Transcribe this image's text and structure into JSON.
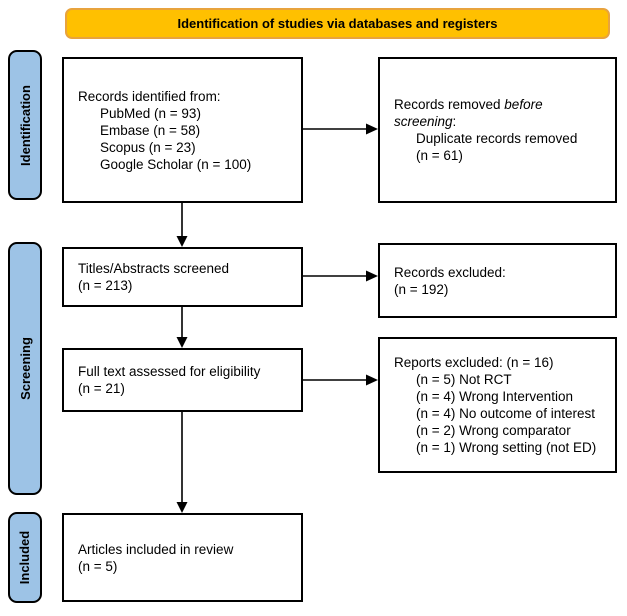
{
  "header": {
    "title": "Identification of studies via databases and registers"
  },
  "sidebar": {
    "identification": "Identification",
    "screening": "Screening",
    "included": "Included"
  },
  "boxes": {
    "records_identified": {
      "title": "Records identified from:",
      "items": [
        "PubMed (n = 93)",
        "Embase (n = 58)",
        "Scopus (n = 23)",
        "Google Scholar (n = 100)"
      ]
    },
    "records_removed": {
      "line1_normal": "Records removed ",
      "line1_italic": "before",
      "line2_italic": "screening",
      "line2_colon": ":",
      "items": [
        "Duplicate records removed",
        "(n = 61)"
      ]
    },
    "titles_screened": {
      "line1": "Titles/Abstracts screened",
      "line2": "(n = 213)"
    },
    "records_excluded": {
      "line1": "Records excluded:",
      "line2": "(n = 192)"
    },
    "fulltext_assessed": {
      "line1": "Full text assessed for eligibility",
      "line2": "(n = 21)"
    },
    "reports_excluded": {
      "title": "Reports excluded: (n = 16)",
      "items": [
        "(n = 5) Not RCT",
        "(n = 4) Wrong Intervention",
        "(n = 4) No outcome of interest",
        "(n = 2) Wrong comparator",
        "(n = 1) Wrong setting (not ED)"
      ]
    },
    "articles_included": {
      "line1": "Articles included in review",
      "line2": "(n = 5)"
    }
  },
  "colors": {
    "banner_fill": "#FFC000",
    "banner_border": "#E8A33D",
    "stage_fill": "#9DC3E6",
    "box_border": "#000000",
    "arrow": "#000000"
  }
}
